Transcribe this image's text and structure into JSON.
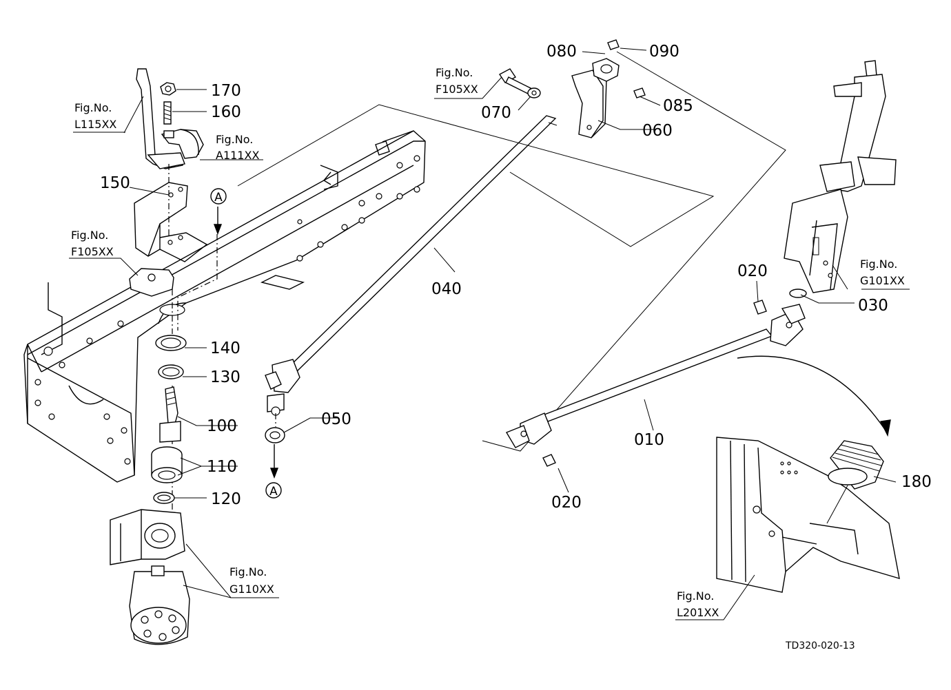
{
  "drawing_code": "TD320-020-13",
  "fig_prefix": "Fig.No.",
  "view_marker": "A",
  "part_numbers": {
    "p170": "170",
    "p160": "160",
    "p150": "150",
    "p140": "140",
    "p130": "130",
    "p100": "100",
    "p110": "110",
    "p120": "120",
    "p050": "050",
    "p040": "040",
    "p070": "070",
    "p080": "080",
    "p090": "090",
    "p085": "085",
    "p060": "060",
    "p020a": "020",
    "p020b": "020",
    "p030": "030",
    "p010": "010",
    "p180": "180"
  },
  "fig_refs": {
    "l115": "L115XX",
    "a111": "A111XX",
    "f105a": "F105XX",
    "f105b": "F105XX",
    "g110": "G110XX",
    "g101": "G101XX",
    "l201": "L201XX"
  }
}
